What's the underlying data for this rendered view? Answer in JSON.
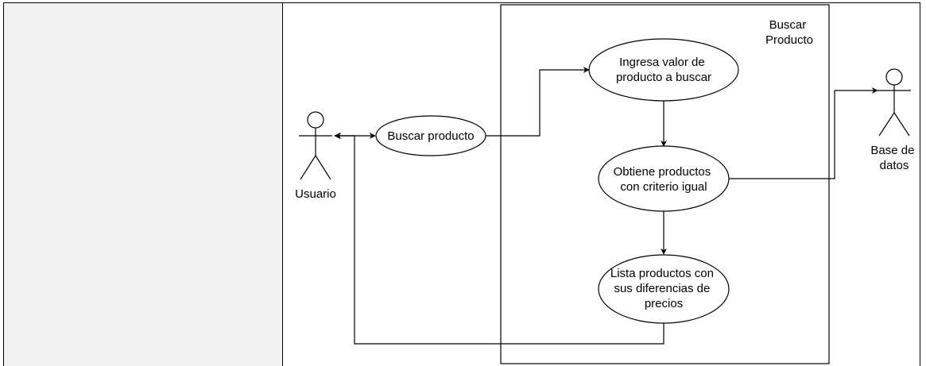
{
  "system": {
    "title_line1": "Buscar",
    "title_line2": "Producto"
  },
  "actors": {
    "user": {
      "label": "Usuario"
    },
    "database": {
      "label_line1": "Base de",
      "label_line2": "datos"
    }
  },
  "use_cases": {
    "buscar_producto": {
      "line1": "Buscar producto"
    },
    "ingresa_valor": {
      "line1": "Ingresa valor de",
      "line2": "producto a buscar"
    },
    "obtiene_productos": {
      "line1": "Obtiene productos",
      "line2": "con criterio igual"
    },
    "lista_productos": {
      "line1": "Lista productos con",
      "line2": "sus diferencias de",
      "line3": "precios"
    }
  }
}
